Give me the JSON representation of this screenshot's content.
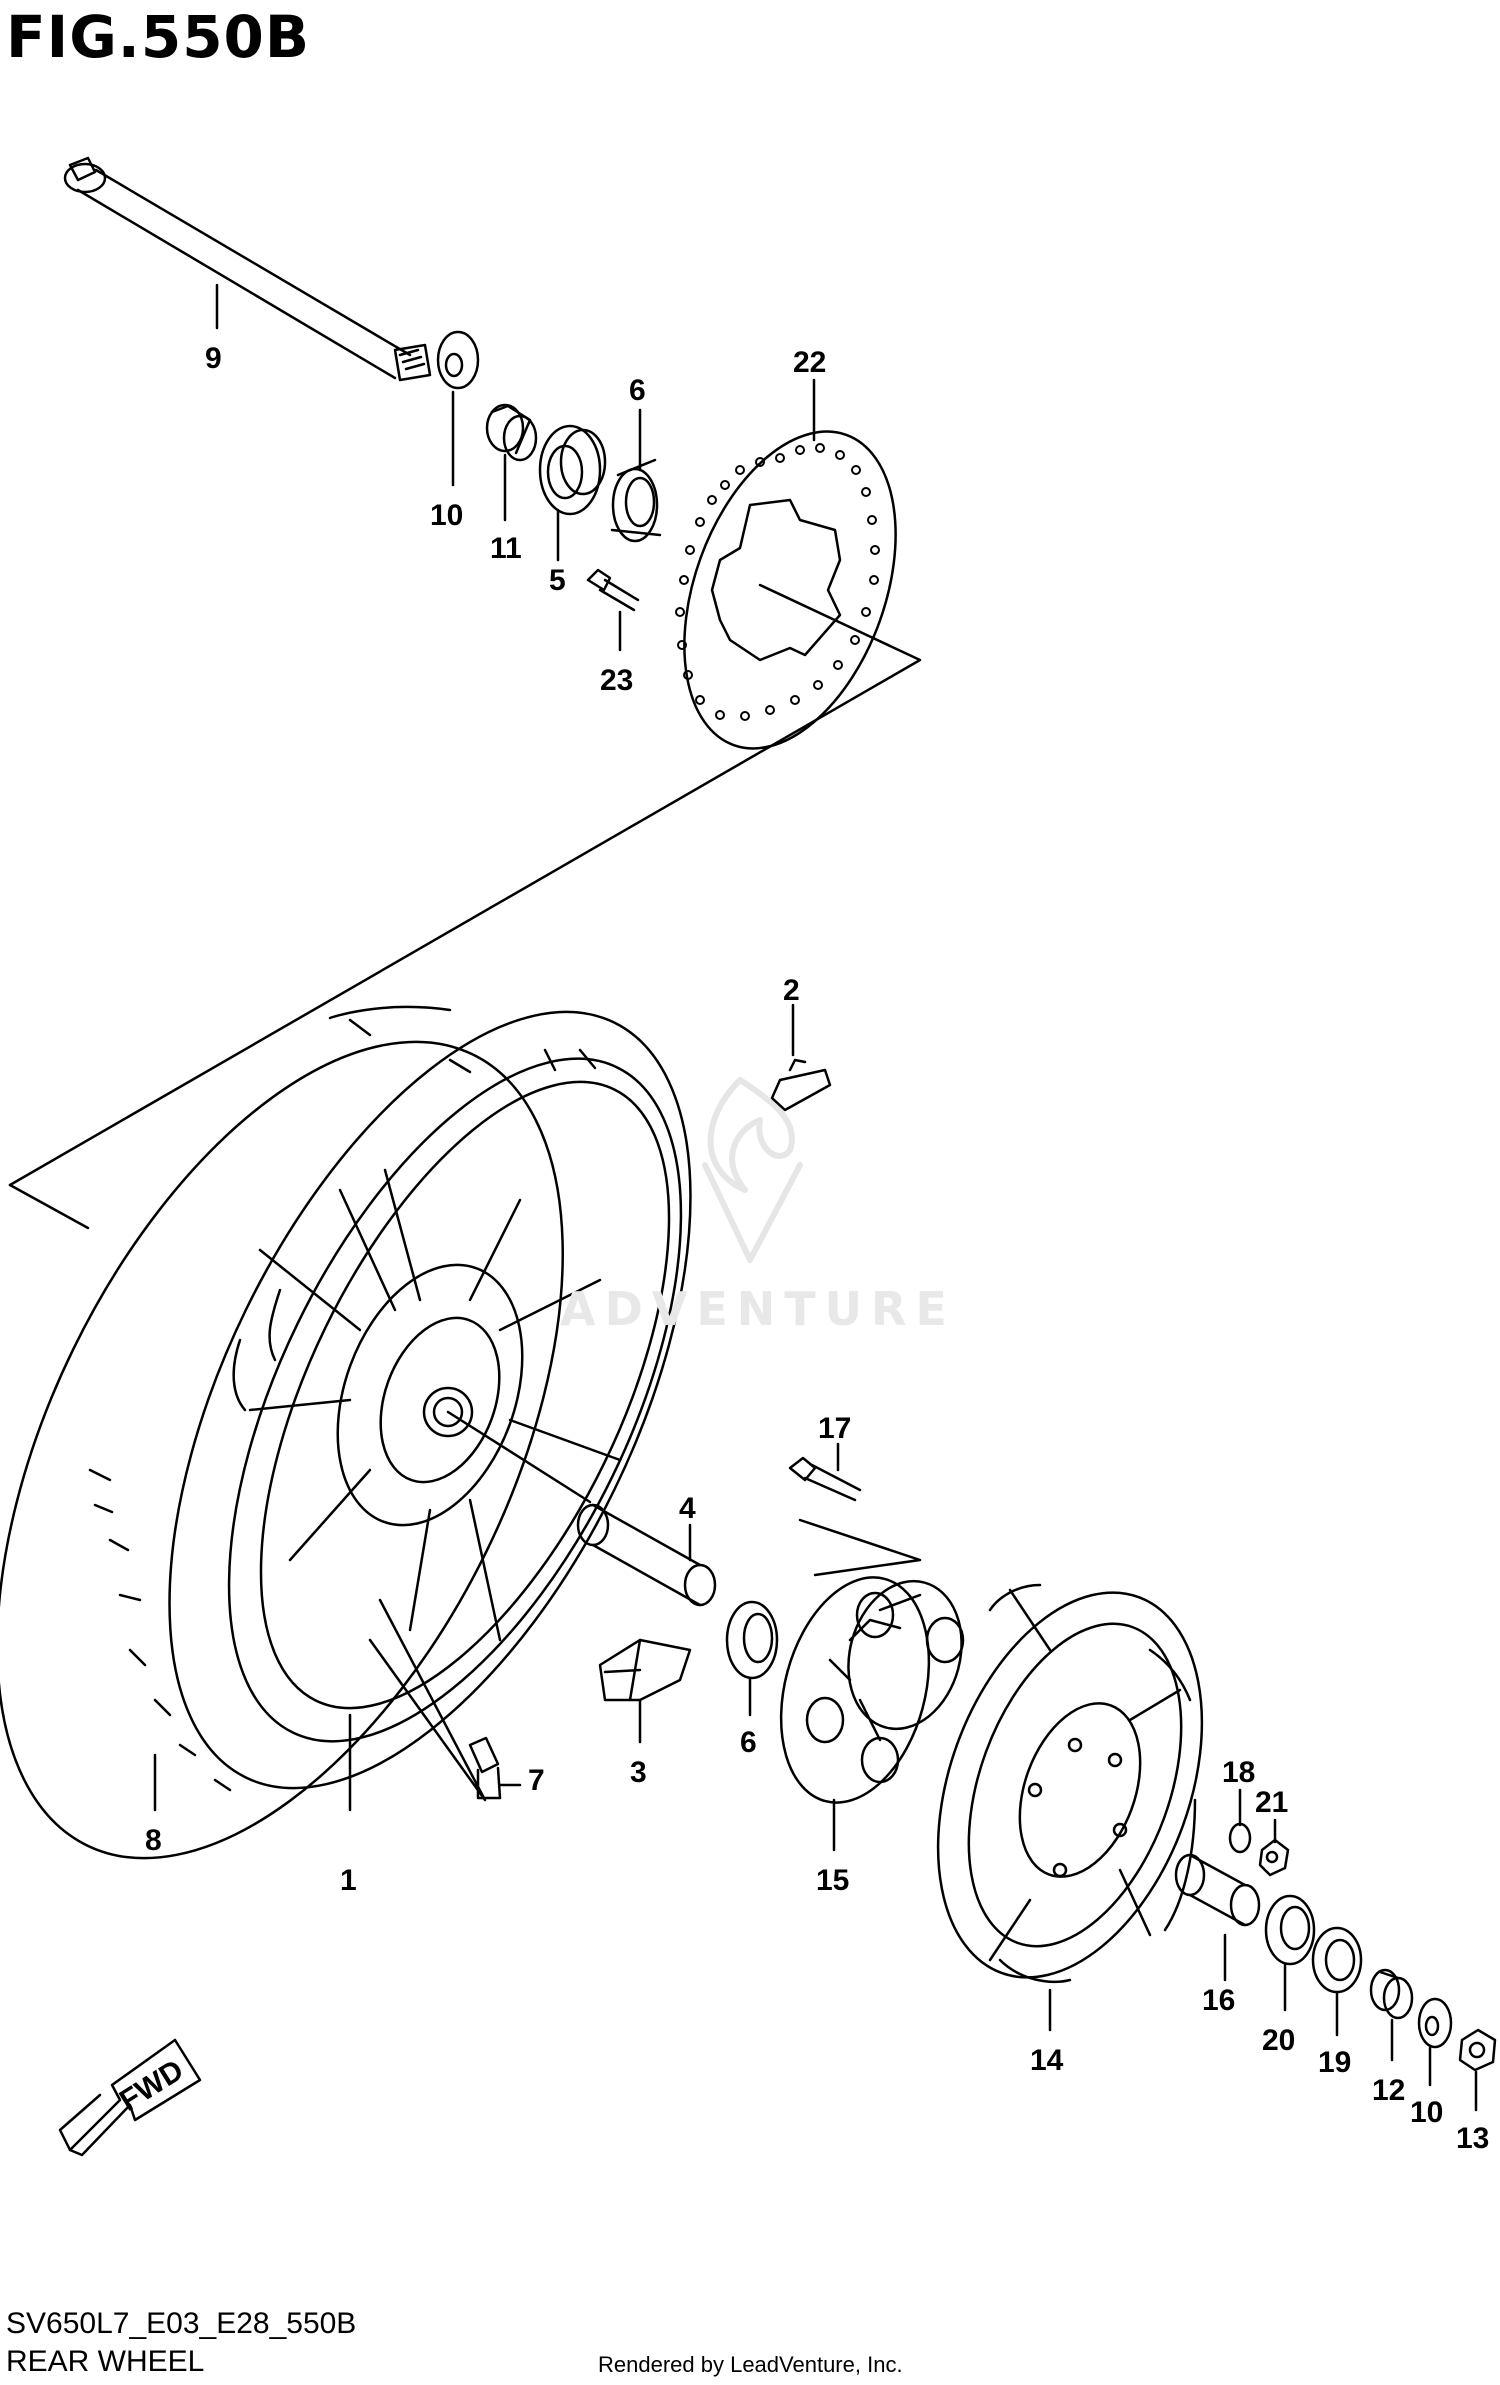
{
  "figure_title": "FIG.550B",
  "model_code": "SV650L7_E03_E28_550B",
  "page_subtitle": "REAR WHEEL",
  "render_credit": "Rendered by LeadVenture, Inc.",
  "watermark_text": "ADVENTURE",
  "fwd_label": "FWD",
  "callouts": [
    "9",
    "10",
    "11",
    "5",
    "6",
    "23",
    "22",
    "2",
    "4",
    "17",
    "3",
    "6",
    "7",
    "8",
    "1",
    "15",
    "14",
    "18",
    "21",
    "16",
    "20",
    "19",
    "12",
    "10",
    "13"
  ],
  "colors": {
    "line": "#000000",
    "background": "#ffffff",
    "watermark": "#e8e8e8"
  }
}
